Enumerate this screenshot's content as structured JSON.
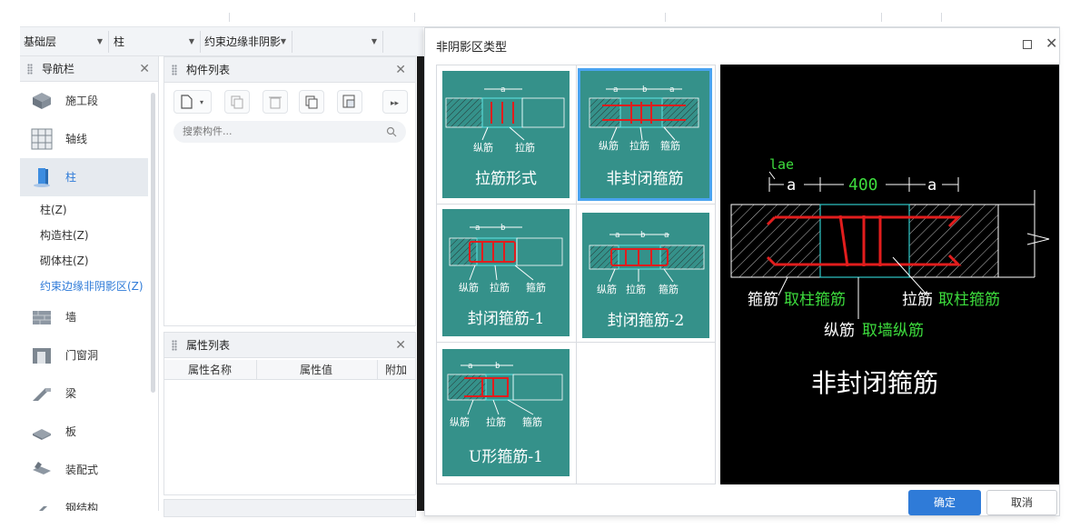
{
  "toolbar": {
    "floor": "基础层",
    "category": "柱",
    "subtype": "约束边缘非阴影"
  },
  "nav": {
    "title": "导航栏",
    "items": [
      {
        "label": "施工段",
        "icon": "construction-section-icon"
      },
      {
        "label": "轴线",
        "icon": "axis-grid-icon"
      },
      {
        "label": "柱",
        "icon": "column-icon"
      },
      {
        "label": "墙",
        "icon": "wall-icon"
      },
      {
        "label": "门窗洞",
        "icon": "door-window-icon"
      },
      {
        "label": "梁",
        "icon": "beam-icon"
      },
      {
        "label": "板",
        "icon": "slab-icon"
      },
      {
        "label": "装配式",
        "icon": "prefab-icon"
      },
      {
        "label": "钢结构",
        "icon": "steel-structure-icon"
      }
    ],
    "sub_items": [
      "柱(Z)",
      "构造柱(Z)",
      "砌体柱(Z)",
      "约束边缘非阴影区(Z)"
    ]
  },
  "component_list": {
    "title": "构件列表",
    "search_placeholder": "搜索构件..."
  },
  "property_list": {
    "title": "属性列表",
    "columns": [
      "属性名称",
      "属性值",
      "附加"
    ]
  },
  "dialog": {
    "title": "非阴影区类型",
    "ok": "确定",
    "cancel": "取消",
    "cards": [
      {
        "name": "拉筋形式",
        "labels": [
          "纵筋",
          "拉筋"
        ],
        "dims": [
          "a"
        ]
      },
      {
        "name": "非封闭箍筋",
        "labels": [
          "纵筋",
          "拉筋",
          "箍筋"
        ],
        "dims": [
          "a",
          "b",
          "a"
        ]
      },
      {
        "name": "封闭箍筋-1",
        "labels": [
          "纵筋",
          "拉筋",
          "箍筋"
        ],
        "dims": [
          "a",
          "b"
        ]
      },
      {
        "name": "封闭箍筋-2",
        "labels": [
          "纵筋",
          "拉筋",
          "箍筋"
        ],
        "dims": [
          "a",
          "b",
          "a"
        ]
      },
      {
        "name": "U形箍筋-1",
        "labels": [
          "纵筋",
          "拉筋",
          "箍筋"
        ],
        "dims": [
          "a",
          "b"
        ]
      }
    ],
    "preview": {
      "lae": "lae",
      "dim_a": "a",
      "dim_mid": "400",
      "stirrup_label": "箍筋",
      "stirrup_value": "取柱箍筋",
      "tie_label": "拉筋",
      "tie_value": "取柱箍筋",
      "long_label": "纵筋",
      "long_value": "取墙纵筋",
      "caption": "非封闭箍筋"
    }
  }
}
